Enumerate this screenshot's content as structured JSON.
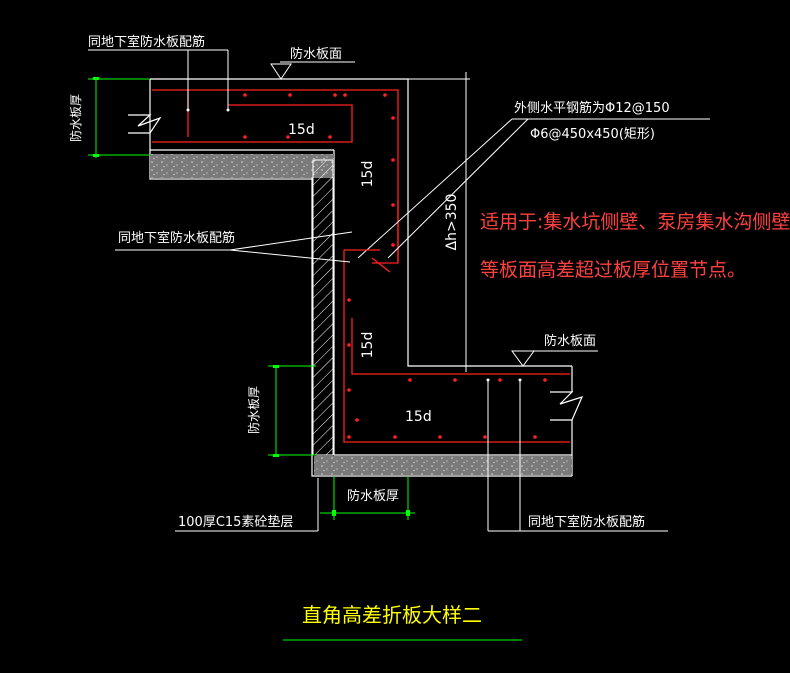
{
  "title": "直角高差折板大样二",
  "labels": {
    "rebar_top_left": "同地下室防水板配筋",
    "waterproof_surface_top": "防水板面",
    "thickness_left_top": "防水板厚",
    "dim_15d_top": "15d",
    "dim_15d_vertical_upper": "15d",
    "outer_bar_line1": "外侧水平钢筋为Φ12@150",
    "outer_bar_line2": "Φ6@450x450(矩形)",
    "rebar_mid_left": "同地下室防水板配筋",
    "dim_delta_h": "Δh>350",
    "note_line1": "适用于:集水坑侧壁、泵房集水沟侧壁",
    "note_line2": "等板面高差超过板厚位置节点。",
    "waterproof_surface_right": "防水板面",
    "dim_15d_vertical_lower": "15d",
    "thickness_left_lower": "防水板厚",
    "dim_15d_bottom": "15d",
    "thickness_bottom": "防水板厚",
    "cushion_layer": "100厚C15素砼垫层",
    "rebar_bottom_right": "同地下室防水板配筋"
  },
  "colors": {
    "background": "#000000",
    "line": "#ffffff",
    "rebar": "#ff2020",
    "dimension": "#00ff00",
    "note": "#ff4040",
    "title": "#ffff00",
    "concrete": "#8c8c8c"
  }
}
